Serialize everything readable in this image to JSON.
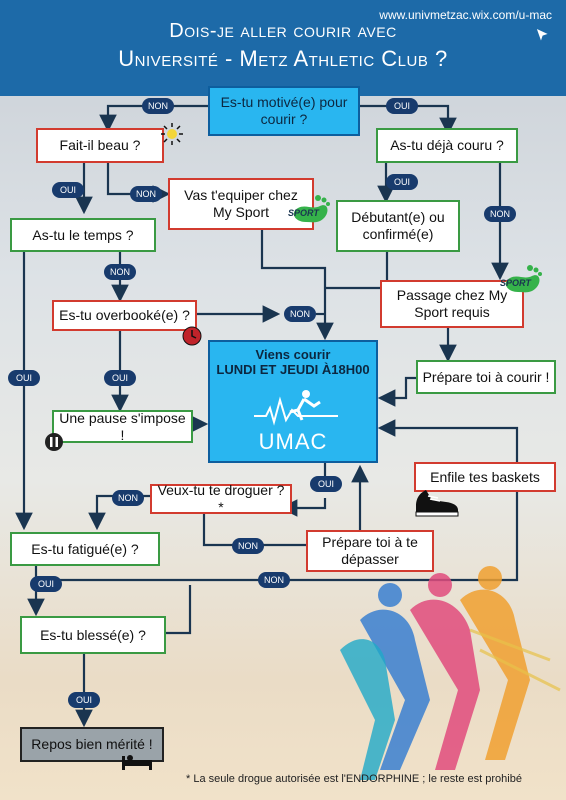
{
  "header": {
    "title_line1": "Dois-je aller courir avec",
    "title_line2": "Université - Metz Athletic Club ?",
    "url": "www.univmetzac.wix.com/u-mac"
  },
  "nodes": {
    "motive": "Es-tu motivé(e) pour courir ?",
    "beau": "Fait-il beau ?",
    "deja": "As-tu déjà couru ?",
    "equiper": "Vas t'equiper chez My Sport",
    "debutant": "Débutant(e) ou confirmé(e)",
    "temps": "As-tu le temps ?",
    "passage": "Passage chez My Sport requis",
    "overbooke": "Es-tu overbooké(e) ?",
    "prepare_courir": "Prépare toi à courir !",
    "pause": "Une pause s'impose !",
    "baskets": "Enfile tes baskets",
    "droguer": "Veux-tu te droguer ?*",
    "depasser": "Prépare toi à te dépasser",
    "fatigue": "Es-tu fatigué(e) ?",
    "blesse": "Es-tu blessé(e) ?",
    "repos": "Repos bien mérité !"
  },
  "main": {
    "line1": "Viens courir",
    "line2": "LUNDI ET JEUDI À18H00",
    "logo": "UMAC"
  },
  "labels": {
    "oui": "OUI",
    "non": "NON"
  },
  "sport_logo": "SPORT",
  "footnote": "* La seule drogue autorisée est l'ENDORPHINE ; le reste est prohibé",
  "colors": {
    "header": "#1d6aa8",
    "red_border": "#d23b2f",
    "green_border": "#3a9a43",
    "blue_fill": "#29b6f0",
    "pill": "#183b6d",
    "sport_green": "#35b24a"
  }
}
